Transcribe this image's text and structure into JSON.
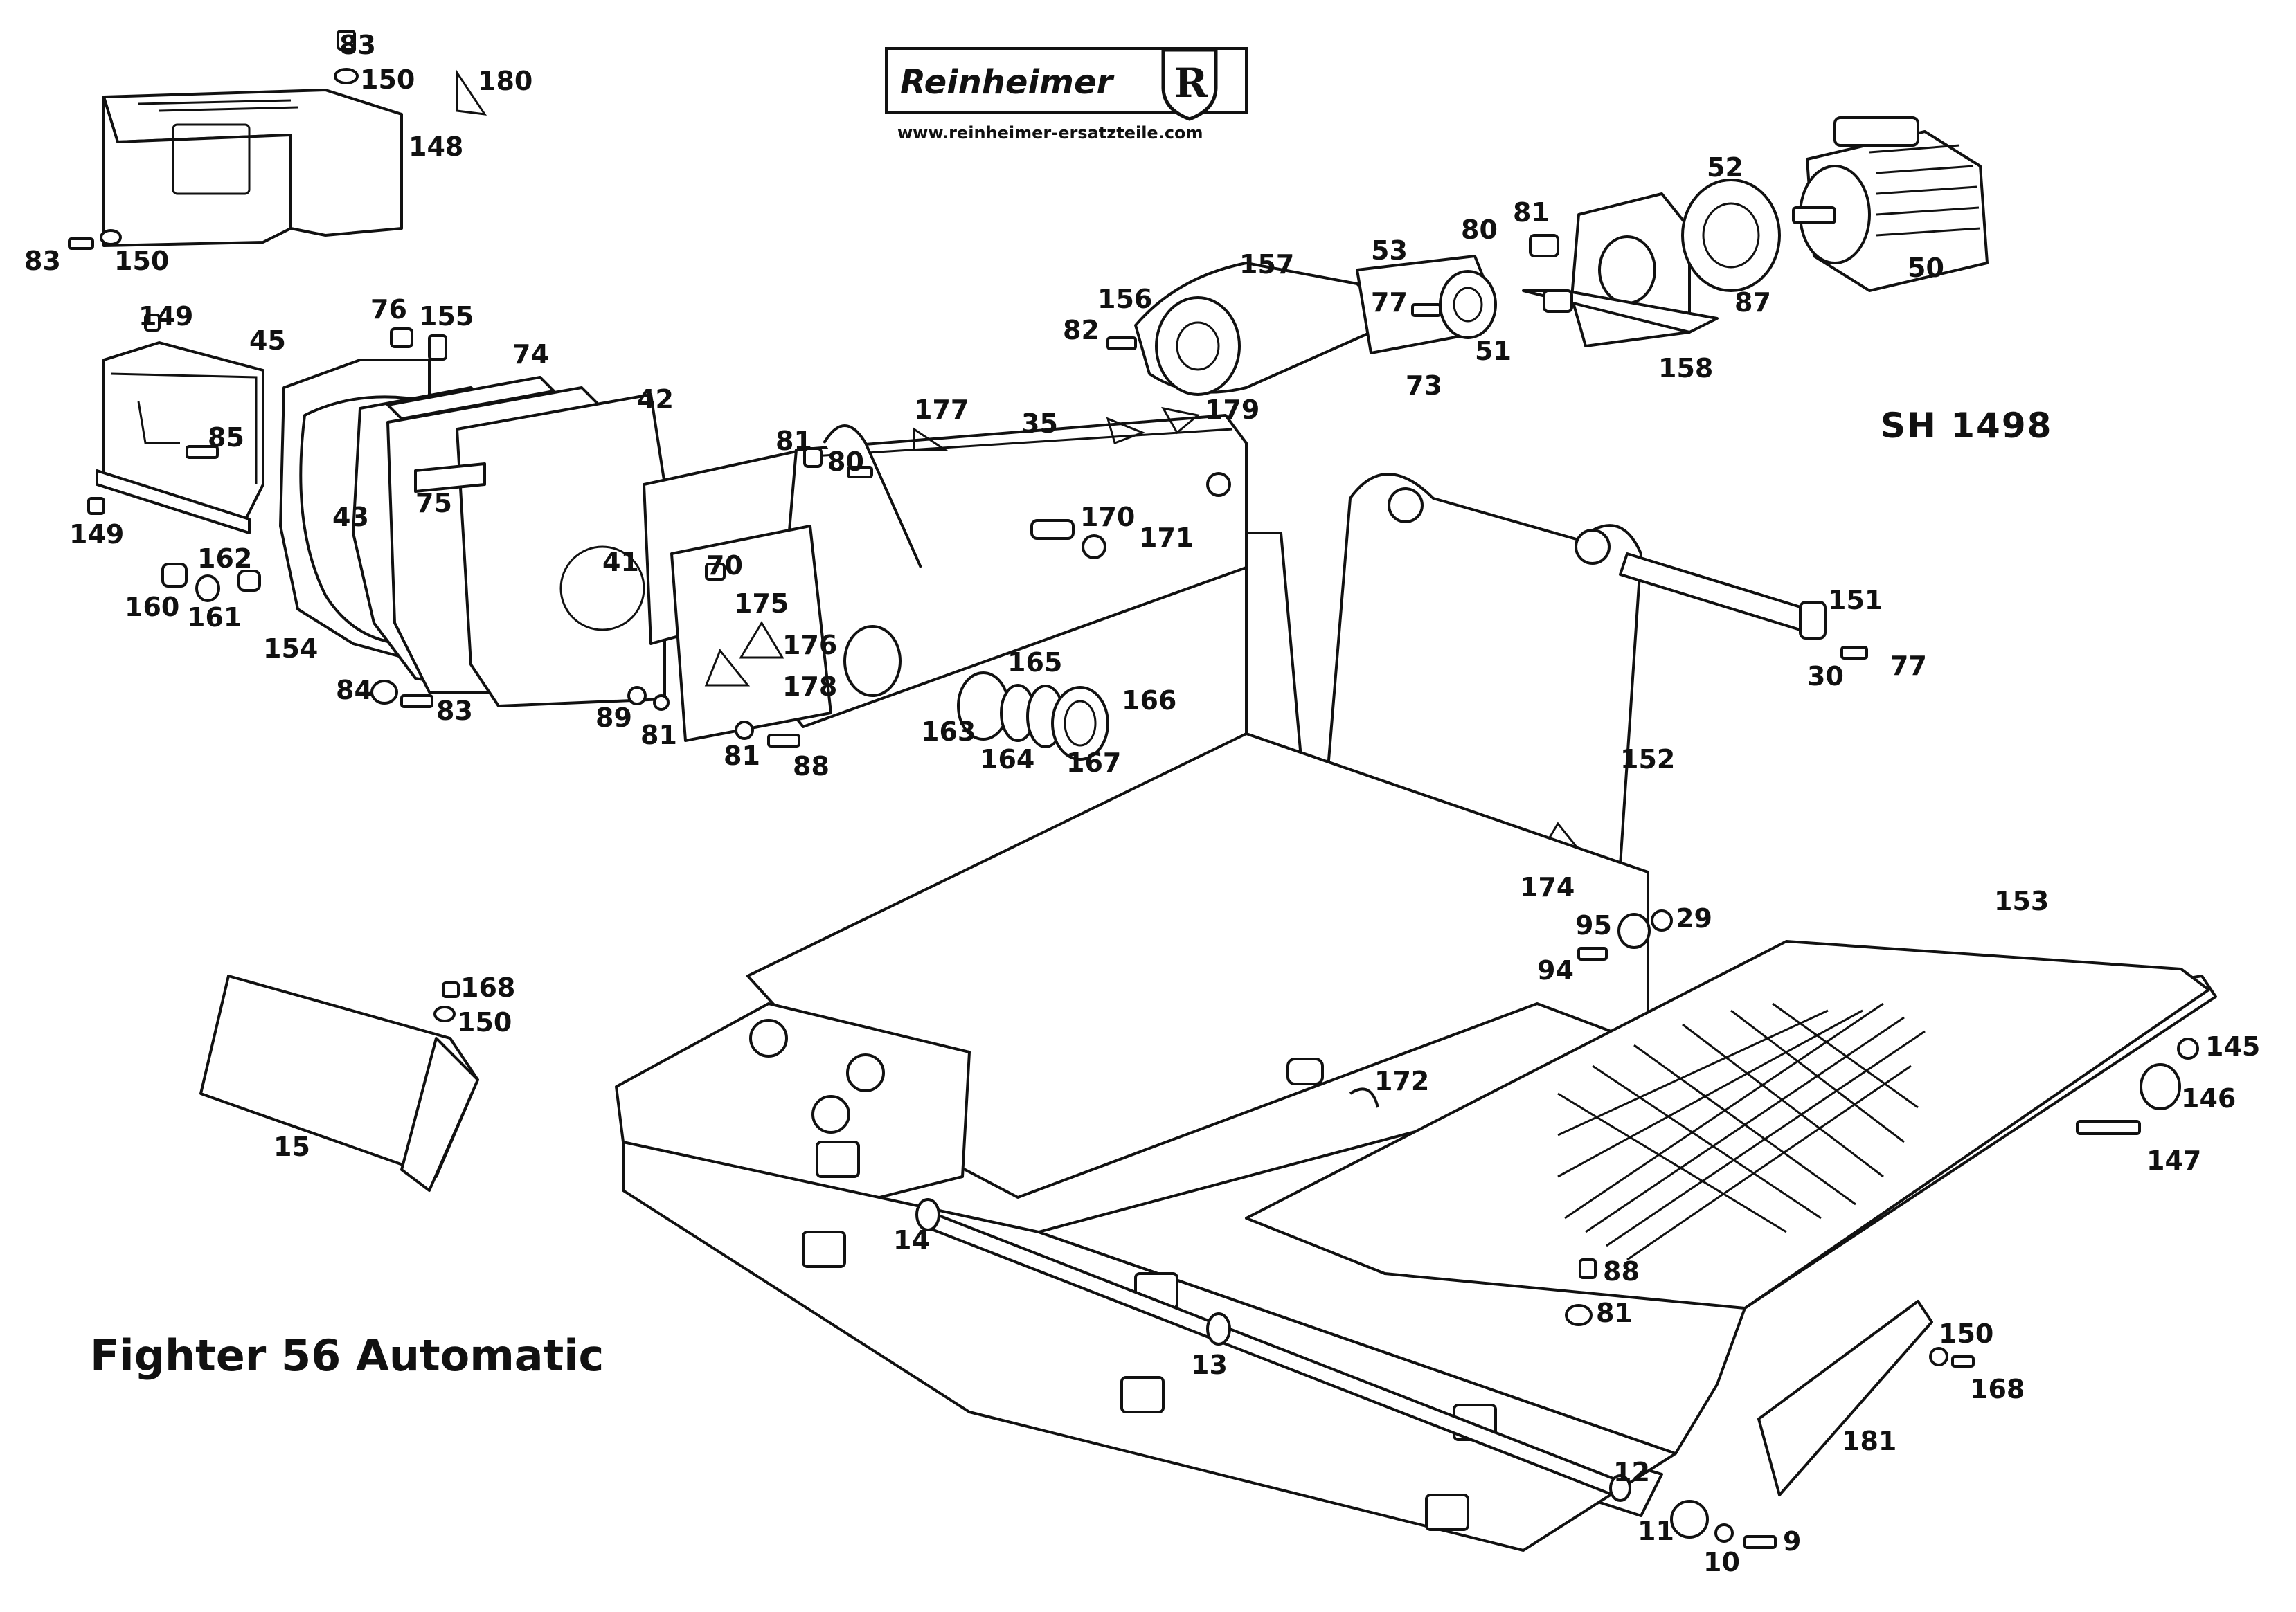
{
  "brand": {
    "name": "Reinheimer",
    "emblem_letter": "R",
    "url": "www.reinheimer-ersatzteile.com"
  },
  "drawing_number": "SH 1498",
  "model_title": "Fighter 56 Automatic",
  "callouts": {
    "p83a": "83",
    "p150a": "150",
    "p180": "180",
    "p148": "148",
    "p83b": "83",
    "p150b": "150",
    "p149a": "149",
    "p45": "45",
    "p76": "76",
    "p155": "155",
    "p74": "74",
    "p42": "42",
    "p85": "85",
    "p149b": "149",
    "p43": "43",
    "p75": "75",
    "p162": "162",
    "p160": "160",
    "p161": "161",
    "p154": "154",
    "p84": "84",
    "p83c": "83",
    "p41": "41",
    "p81a": "81",
    "p80a": "80",
    "p177": "177",
    "p35": "35",
    "p179": "179",
    "p70": "70",
    "p175": "175",
    "p176": "176",
    "p178": "178",
    "p89": "89",
    "p81b": "81",
    "p81c": "81",
    "p88a": "88",
    "p170": "170",
    "p171": "171",
    "p165": "165",
    "p166": "166",
    "p163": "163",
    "p164": "164",
    "p167": "167",
    "p157": "157",
    "p156": "156",
    "p82": "82",
    "p53": "53",
    "p77a": "77",
    "p73": "73",
    "p51": "51",
    "p81d": "81",
    "p80b": "80",
    "p52": "52",
    "p87": "87",
    "p158": "158",
    "p50": "50",
    "p151": "151",
    "p30": "30",
    "p77b": "77",
    "p152": "152",
    "p174": "174",
    "p95": "95",
    "p29": "29",
    "p94": "94",
    "p153": "153",
    "p145": "145",
    "p146": "146",
    "p147": "147",
    "p172": "172",
    "p168a": "168",
    "p150c": "150",
    "p15": "15",
    "p14": "14",
    "p88b": "88",
    "p81e": "81",
    "p13": "13",
    "p150d": "150",
    "p168b": "168",
    "p181": "181",
    "p12": "12",
    "p11": "11",
    "p10": "10",
    "p9": "9"
  }
}
